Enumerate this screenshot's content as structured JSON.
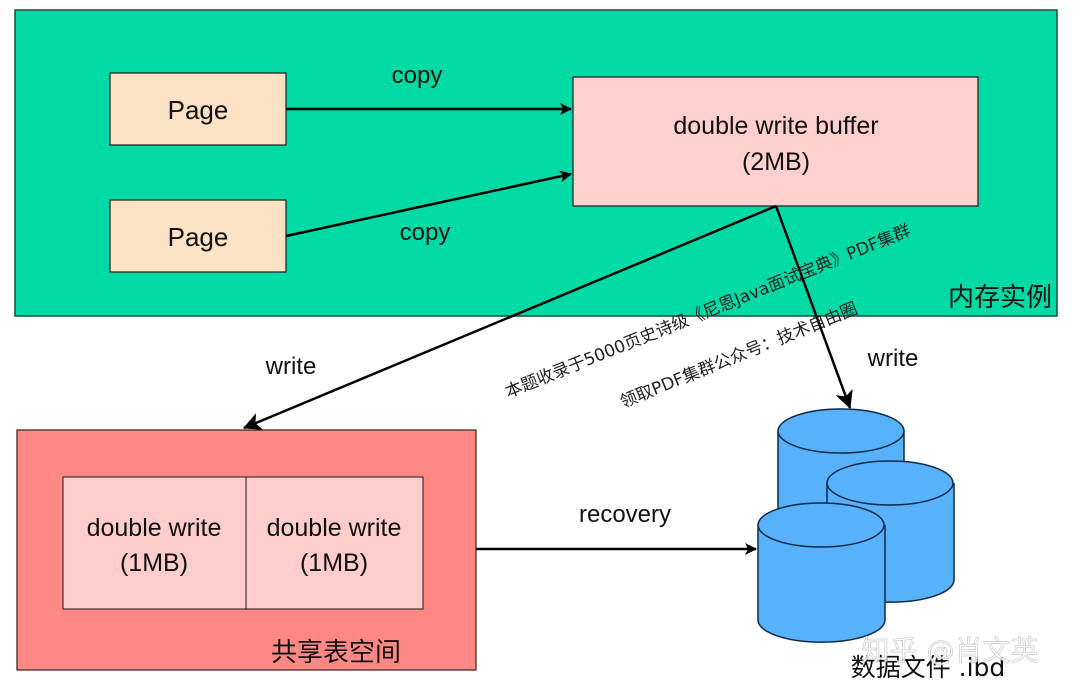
{
  "colors": {
    "memory_bg": "#00DBA6",
    "page_bg": "#FCE2C5",
    "buffer_bg": "#FFD0CE",
    "shared_bg": "#FF8884",
    "dw_bg": "#FFCDCB",
    "disk_bg": "#57B1FB",
    "stroke": "#1a1a1a"
  },
  "memory_instance": {
    "label": "内存实例"
  },
  "pages": [
    {
      "label": "Page"
    },
    {
      "label": "Page"
    }
  ],
  "buffer": {
    "line1": "double write buffer",
    "line2": "(2MB)"
  },
  "shared_tablespace": {
    "label": "共享表空间",
    "cells": [
      {
        "line1": "double write",
        "line2": "(1MB)"
      },
      {
        "line1": "double write",
        "line2": "(1MB)"
      }
    ]
  },
  "data_files": {
    "label": "数据文件 .ibd"
  },
  "edges": {
    "copy1": "copy",
    "copy2": "copy",
    "write_left": "write",
    "write_right": "write",
    "recovery": "recovery"
  },
  "watermark": {
    "line1": "本题收录于5000页史诗级《尼恩Java面试宝典》PDF集群",
    "line2": "领取PDF集群公众号：技术自由圈",
    "zhihu": "知乎 @肖文英"
  }
}
